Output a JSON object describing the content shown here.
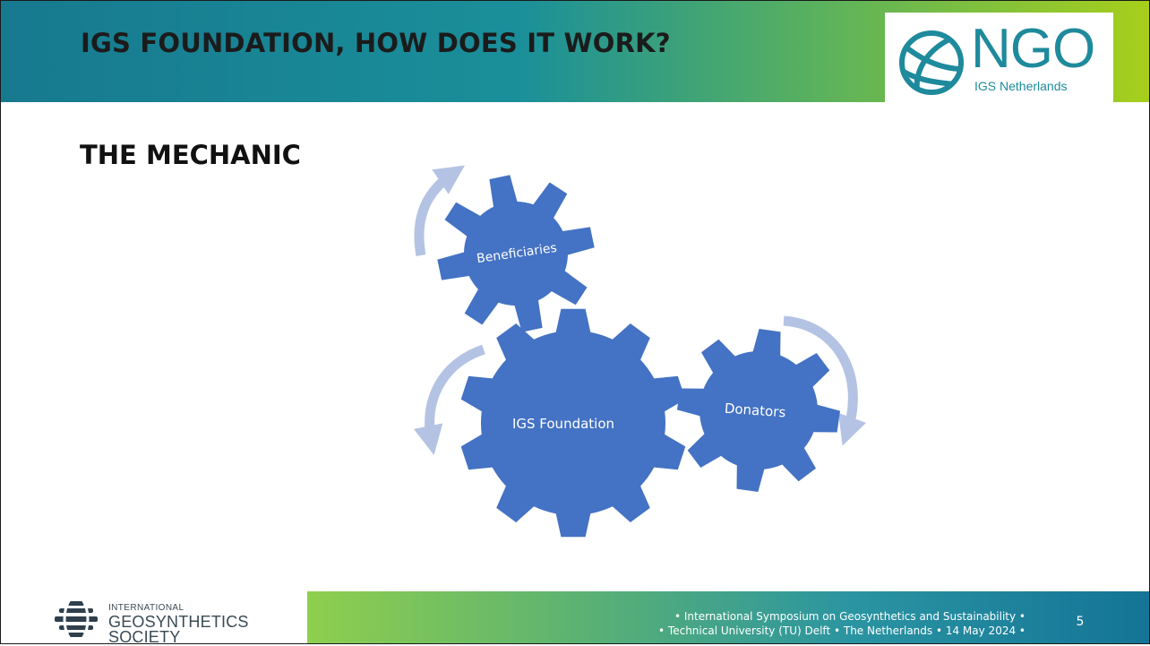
{
  "slide": {
    "title": "IGS FOUNDATION, HOW DOES IT WORK?",
    "subtitle": "THE MECHANIC",
    "page_number": "5"
  },
  "logo": {
    "text": "NGO",
    "subtext": "IGS Netherlands",
    "color": "#1e8a9c"
  },
  "diagram": {
    "gear_color": "#4472c4",
    "arrow_color": "#b4c3e3",
    "gears": [
      {
        "label": "Beneficiaries"
      },
      {
        "label": "IGS Foundation"
      },
      {
        "label": "Donators"
      }
    ]
  },
  "footer": {
    "org_line1": "INTERNATIONAL",
    "org_line2": "GEOSYNTHETICS",
    "org_line3": "SOCIETY",
    "event_line1": "• International Symposium on Geosynthetics and Sustainability •",
    "event_line2": "• Technical University (TU) Delft • The Netherlands • 14 May 2024 •"
  }
}
